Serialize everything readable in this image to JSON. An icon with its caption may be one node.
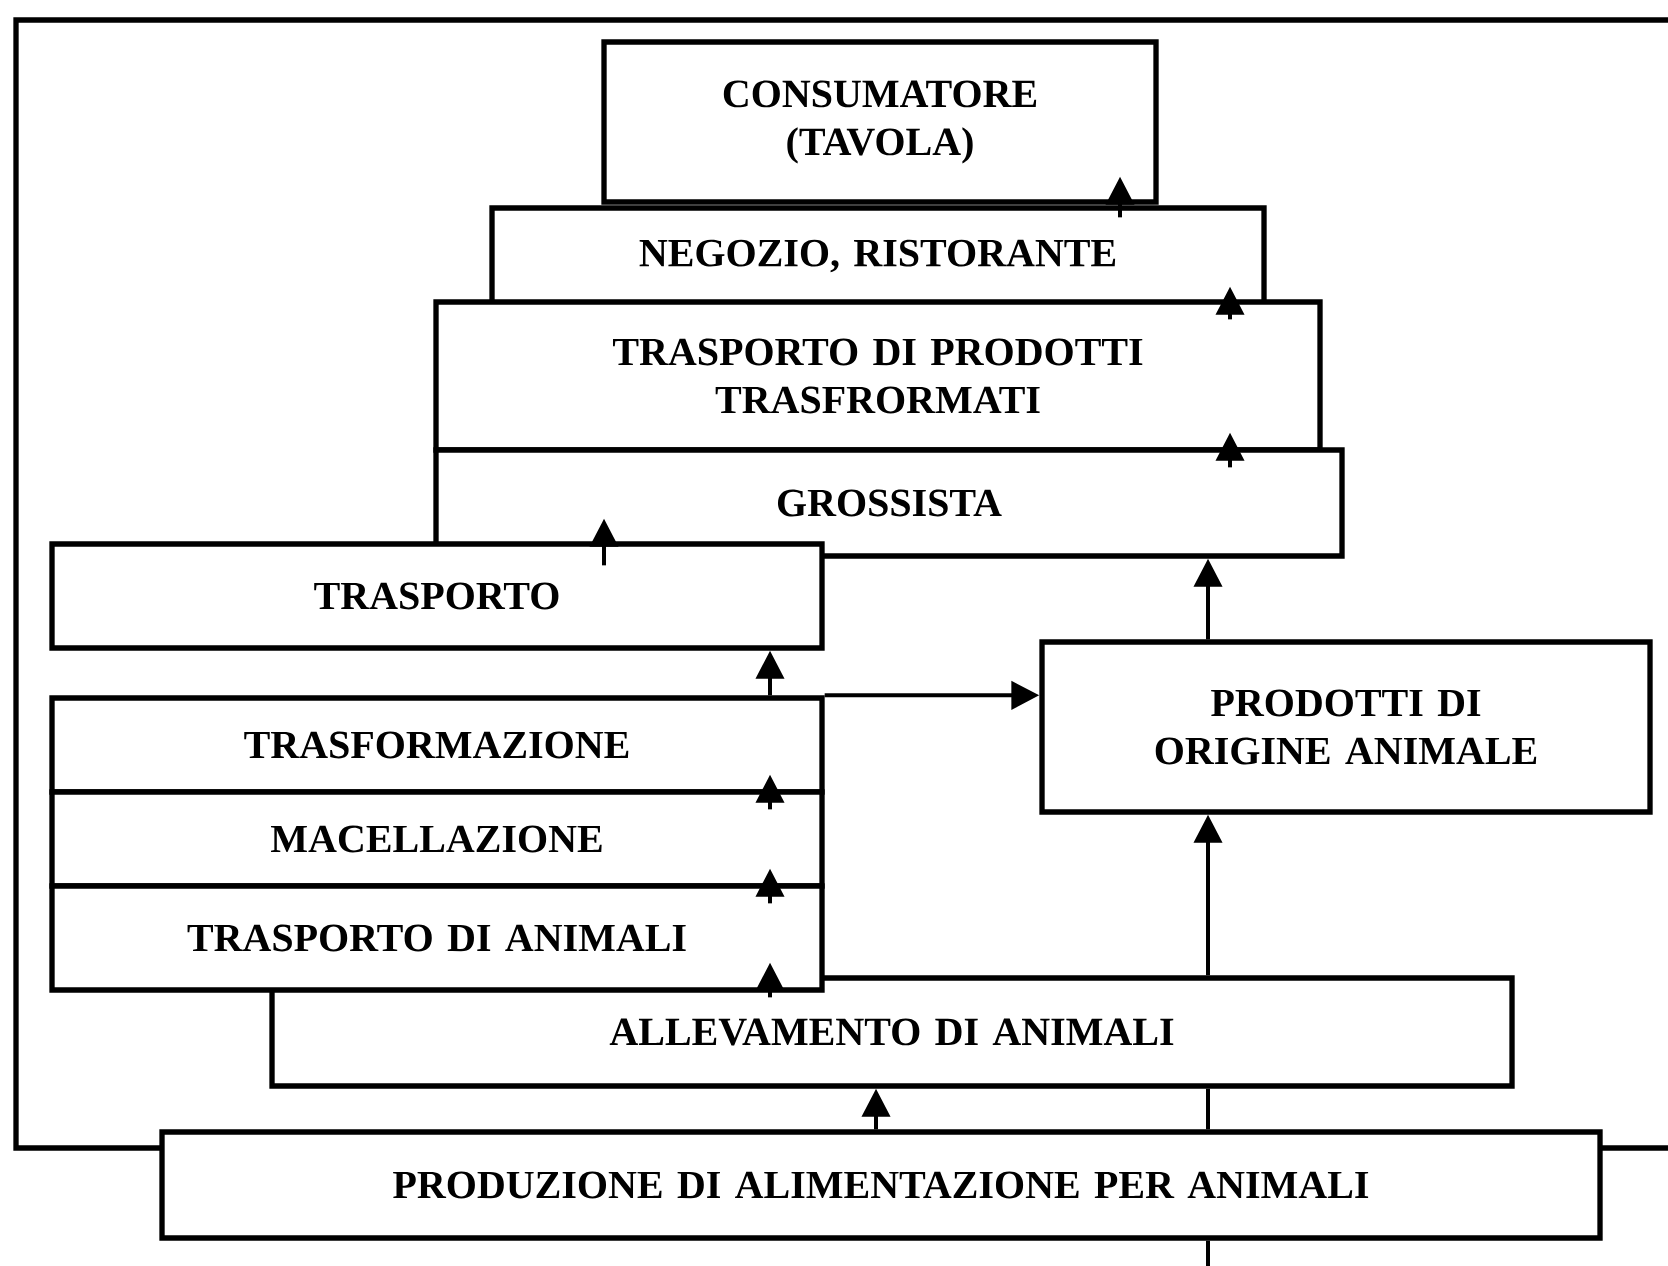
{
  "diagram": {
    "nodes": [
      {
        "text": [
          "CONSUMATORE (TAVOLA)"
        ]
      },
      {
        "text": [
          "NEGOZIO, RISTORANTE"
        ]
      },
      {
        "text": [
          "TRASPORTO DI PRODOTTI TRASFRORMATI"
        ]
      },
      {
        "text": [
          "GROSSISTA"
        ]
      },
      {
        "text": [
          "TRASPORTO"
        ]
      },
      {
        "text": [
          "PRODOTTI DI ORIGINE ANIMALE"
        ]
      },
      {
        "text": [
          "TRASFORMAZIONE"
        ]
      },
      {
        "text": [
          "MACELLAZIONE"
        ]
      },
      {
        "text": [
          "TRASPORTO DI ANIMALI"
        ]
      },
      {
        "text": [
          "ALLEVAMENTO DI ANIMALI"
        ]
      },
      {
        "text": [
          "PRODUZIONE DI ALIMENTAZIONE PER ANIMALI"
        ]
      }
    ],
    "edges": [
      {
        "from": 10,
        "to": 9,
        "arrow": "to"
      },
      {
        "from": 9,
        "to": 8,
        "arrow": "to"
      },
      {
        "from": 8,
        "to": 7,
        "arrow": "to"
      },
      {
        "from": 7,
        "to": 6,
        "arrow": "to"
      },
      {
        "from": 6,
        "to": 4,
        "arrow": "to"
      },
      {
        "from": 4,
        "to": 3,
        "arrow": "to"
      },
      {
        "from": 3,
        "to": 2,
        "arrow": "to"
      },
      {
        "from": 2,
        "to": 1,
        "arrow": "to"
      },
      {
        "from": 1,
        "to": 0,
        "arrow": "to"
      },
      {
        "from": 6,
        "to": 5,
        "arrow": "to"
      },
      {
        "from": null,
        "to": 5,
        "arrow": "to"
      },
      {
        "from": 5,
        "to": 3,
        "arrow": "to"
      }
    ]
  }
}
